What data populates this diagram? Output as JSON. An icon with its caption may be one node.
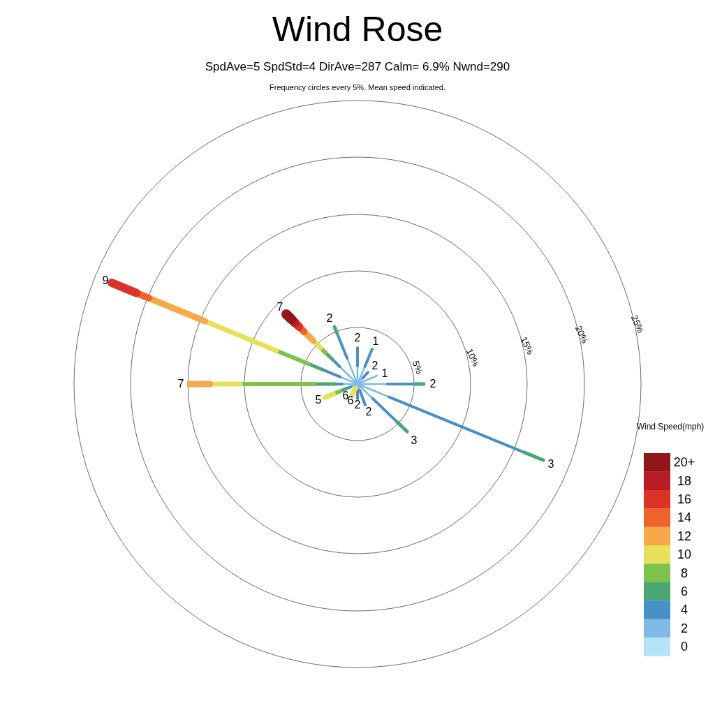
{
  "diagram": {
    "title": "Wind Rose",
    "labels": [
      "SpdAve=5  SpdStd=4  DirAve=287   Calm= 6.9%  Nwnd=290",
      "Frequency circles every 5%. Mean speed indicated.",
      "9",
      "7",
      "2",
      "25%",
      "20%",
      "2",
      "1",
      "15%",
      "10%",
      "2",
      "5%",
      "1",
      "7",
      "2",
      "6",
      "6",
      "5",
      "2",
      "2",
      "Wind Speed(mph)",
      "3",
      "3"
    ],
    "legend": [
      {
        "text": "20+",
        "color": "#921519"
      },
      {
        "text": "18",
        "color": "#b91c24"
      },
      {
        "text": "16",
        "color": "#dc3328"
      },
      {
        "text": "14",
        "color": "#f0622b"
      },
      {
        "text": "12",
        "color": "#f7a848"
      },
      {
        "text": "10",
        "color": "#e7e05a"
      },
      {
        "text": "8",
        "color": "#7cc24c"
      },
      {
        "text": "6",
        "color": "#4aa774"
      },
      {
        "text": "4",
        "color": "#4a8fc6"
      },
      {
        "text": "2",
        "color": "#7ebae5"
      },
      {
        "text": "0",
        "color": "#b6e3f7"
      }
    ]
  }
}
